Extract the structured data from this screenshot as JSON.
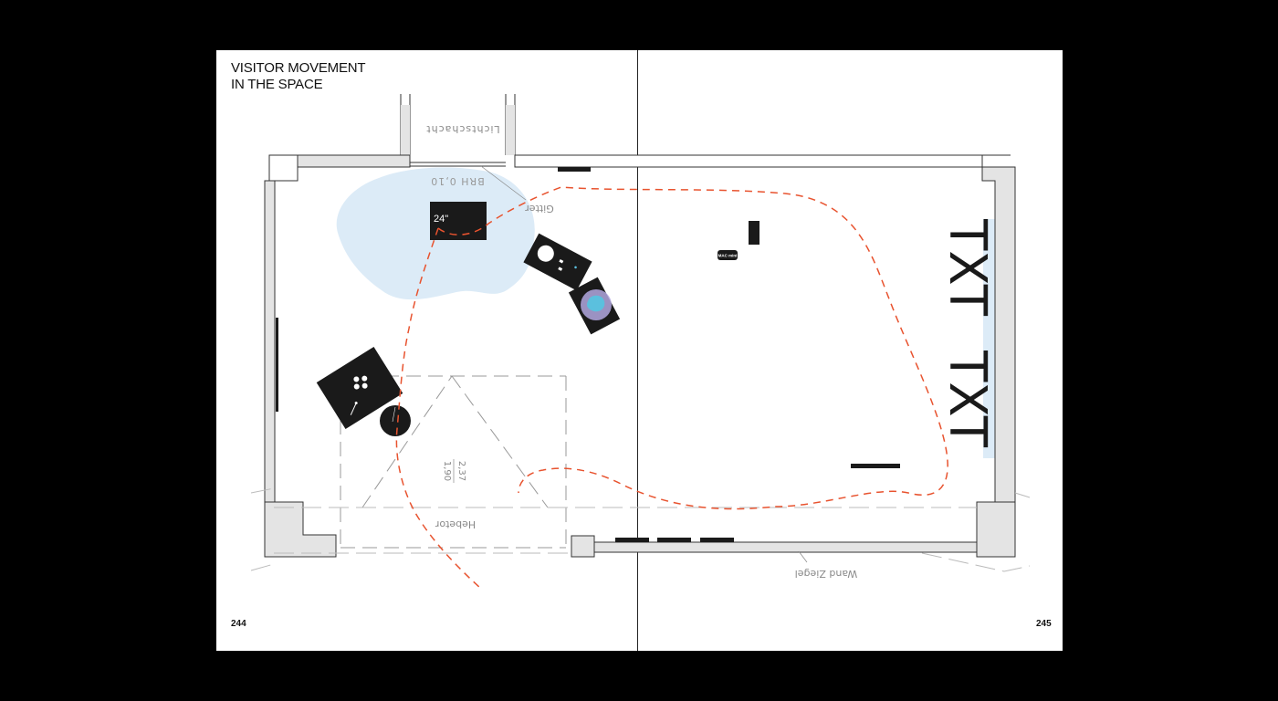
{
  "page": {
    "title_line1": "VISITOR MOVEMENT",
    "title_line2": "IN THE SPACE",
    "page_left": "244",
    "page_right": "245"
  },
  "plan": {
    "label_lichtschacht": "Lichtschacht",
    "label_brh": "BRH 0,10",
    "label_gitter": "Gitter",
    "label_hebetor": "Hebetor",
    "label_wand": "Wand Ziegel",
    "label_dim_top": "2,37",
    "label_dim_bottom": "1,90",
    "screen_label": "24\"",
    "mac_label": "MAC mini",
    "wall_text_1": "TXT",
    "wall_text_2": "TXT"
  },
  "colors": {
    "path": "#e8532f",
    "water": "#dcebf7",
    "wall_fill": "#e4e4e4",
    "furniture": "#1a1a1a",
    "hologram": "#b3a8e0",
    "accent_cyan": "#5bc0de"
  }
}
